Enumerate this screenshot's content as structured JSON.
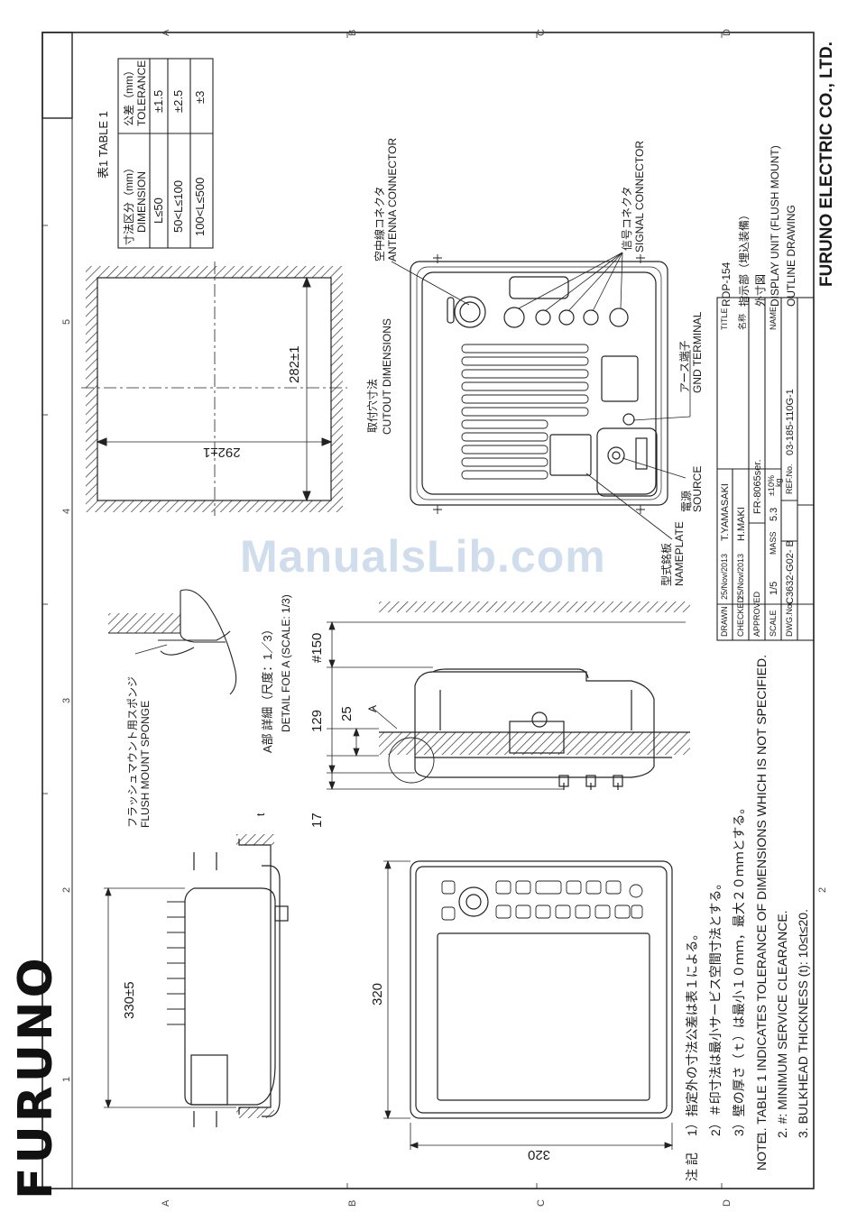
{
  "brand": {
    "logo": "FURUNO",
    "company": "FURUNO ELECTRIC CO., LTD."
  },
  "watermark": "ManualsLib.com",
  "zones": {
    "top": [
      "A",
      "B",
      "C",
      "D"
    ],
    "bottom": [
      "A",
      "B",
      "C",
      "D"
    ],
    "left": [
      "5",
      "4",
      "3",
      "2",
      "1"
    ],
    "right": [
      "2"
    ]
  },
  "table1": {
    "title": "表1 TABLE 1",
    "header": {
      "dim_jp": "寸法区分（mm）",
      "dim_en": "DIMENSION",
      "tol_jp": "公差（mm）",
      "tol_en": "TOLERANCE"
    },
    "rows": [
      {
        "dim": "L≤50",
        "tol": "±1.5"
      },
      {
        "dim": "50<L≤100",
        "tol": "±2.5"
      },
      {
        "dim": "100<L≤500",
        "tol": "±3"
      }
    ]
  },
  "cutout": {
    "label_jp": "取付穴寸法",
    "label_en": "CUTOUT DIMENSIONS",
    "width": "292±1",
    "height": "282±1"
  },
  "rear_labels": {
    "antenna_jp": "空中線コネクタ",
    "antenna_en": "ANTENNA CONNECTOR",
    "signal_jp": "信号コネクタ",
    "signal_en": "SIGNAL CONNECTOR",
    "gnd_jp": "アース端子",
    "gnd_en": "GND TERMINAL",
    "source_jp": "電源",
    "source_en": "SOURCE",
    "nameplate_jp": "型式銘板",
    "nameplate_en": "NAMEPLATE"
  },
  "side_dims": {
    "d150": "#150",
    "d129": "129",
    "d25": "25",
    "d17": "17",
    "callout": "A"
  },
  "detail": {
    "sponge_jp": "フラッシュマウント用スポンジ",
    "sponge_en": "FLUSH MOUNT SPONGE",
    "title_jp": "A部 詳細（尺度：1／3）",
    "title_en": "DETAIL FOE A (SCALE: 1/3)",
    "t_mark": "t"
  },
  "front_dims": {
    "d330": "330±5",
    "d320v": "320",
    "d320h": "320"
  },
  "notes": {
    "jp_head": "注 記",
    "jp": [
      "1）指定外の寸法公差は表１による。",
      "2）＃印寸法は最小サービス空間寸法とする。",
      "3）壁の厚さ（ｔ）は最小１０ｍｍ，最大２０ｍｍとする。"
    ],
    "en_head": "NOTE",
    "en": [
      "1. TABLE 1 INDICATES TOLERANCE OF DIMENSIONS WHICH IS NOT SPECIFIED.",
      "2. #: MINIMUM SERVICE CLEARANCE.",
      "3. BULKHEAD THICKNESS (t): 10≤t≤20."
    ]
  },
  "title_block": {
    "drawn_label": "DRAWN",
    "drawn_date": "25/Nov/2013",
    "drawn_name": "T.YAMASAKI",
    "checked_label": "CHECKED",
    "checked_date": "25/Nov/2013",
    "checked_name": "H.MAKI",
    "approved_label": "APPROVED",
    "scale_label": "SCALE",
    "scale": "1/5",
    "mass_label": "MASS",
    "mass": "5.3",
    "mass_tol": "±10%",
    "mass_unit": "kg",
    "dwg_label": "DWG.No.",
    "dwg_no": "C3632-G02- B",
    "ref_label": "REF.No.",
    "ref_no": "03-185-110G-1",
    "series": "FR-8065ser.",
    "title_label": "TITLE",
    "title": "RDP-154",
    "name_jp_label": "名称",
    "name_jp": "指示部（埋込装備）",
    "outline_jp": "外寸図",
    "name_label": "NAME",
    "name_en": "DISPLAY UNIT (FLUSH MOUNT)",
    "name_en2": "OUTLINE DRAWING"
  }
}
